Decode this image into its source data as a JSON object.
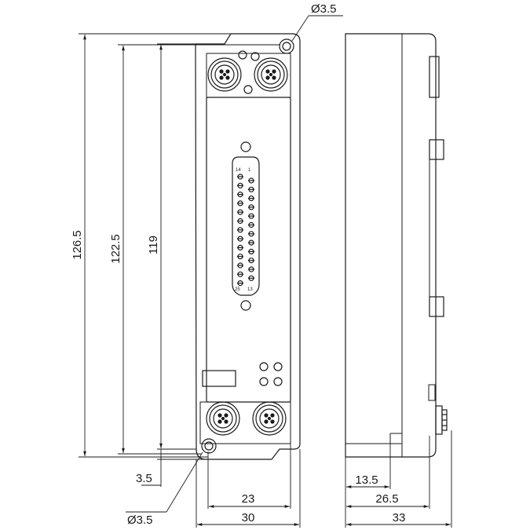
{
  "dimensions": {
    "top_hole": "Ø3.5",
    "height_overall": "126.5",
    "height_holes": "122.5",
    "height_body": "119",
    "offset_bottom": "3.5",
    "bottom_hole": "Ø3.5",
    "width_inner": "23",
    "width_overall": "30",
    "depth_base": "13.5",
    "depth_body": "26.5",
    "depth_overall": "33"
  },
  "connector": {
    "pin_label_top_left": "14",
    "pin_label_top_right": "1",
    "pin_label_bottom_left": "25",
    "pin_label_bottom_right": "13"
  }
}
